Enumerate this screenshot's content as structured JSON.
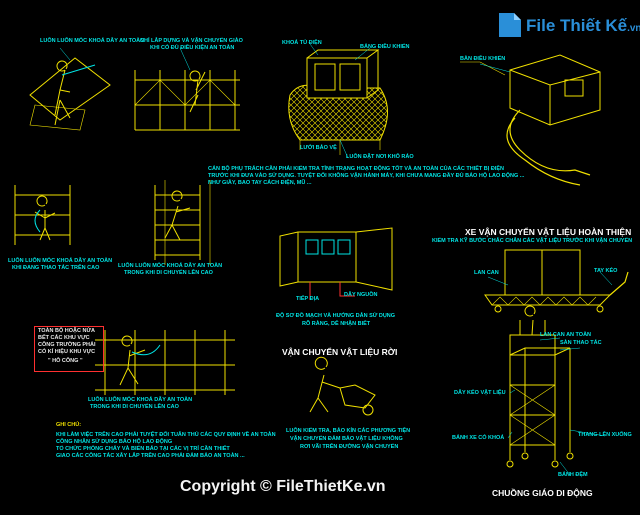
{
  "logo": {
    "text": "File Thiết Kế",
    "suffix": ".vn"
  },
  "copyright": "Copyright © FileThietKe.vn",
  "labels": {
    "l1": "LUÔN LUÔN MÓC KHOÁ DÂY AN TOÀN",
    "l2a": "CHỈ LẮP DỰNG VÀ VẬN CHUYỂN GIÀO",
    "l2b": "KHI CÓ ĐỦ ĐIỀU KIỆN AN TOÀN",
    "l3": "KHOÁ TỦ ĐIỆN",
    "l4": "BẢNG ĐIỀU KHIỂN",
    "l5": "LƯỚI BẢO VỆ",
    "l6": "LUÔN ĐẶT NƠI KHÔ RÁO",
    "l7a": "CÁN BỘ PHỤ TRÁCH CẦN PHẢI KIỂM TRA TÌNH TRẠNG HOẠT ĐỘNG TỐT VÀ AN TOÀN CỦA CÁC THIẾT BỊ ĐIỆN",
    "l7b": "TRƯỚC KHI ĐƯA VÀO SỬ DỤNG. TUYỆT ĐỐI KHÔNG VẬN HÀNH MÁY, KHI CHƯA MANG ĐẦY ĐỦ BẢO HỘ LAO ĐỘNG ...",
    "l7c": "NHƯ GIẦY, BAO TAY CÁCH ĐIỆN, MŨ ...",
    "l8a": "LUÔN LUÔN MÓC KHOÁ DÂY AN TOÀN",
    "l8b": "KHI ĐANG THAO TÁC TRÊN CAO",
    "l9a": "LUÔN LUÔN MÓC KHOÁ DÂY AN TOÀN",
    "l9b": "TRONG KHI DI CHUYỂN LÊN CAO",
    "l10": "TIẾP ĐỊA",
    "l11": "DÂY NGUỒN",
    "l12a": "ĐỘ SƠ ĐỒ MẠCH VÀ HƯỚNG DẪN SỬ DỤNG",
    "l12b": "RÕ RÀNG, DỄ NHẬN BIẾT",
    "l13": "KIỂM TRA KỸ BƯỚC CHẮC CHẮN CÁC VẬT LIỆU TRƯỚC KHI VẬN CHUYỂN",
    "l14": "LAN CAN",
    "l15": "TAY KÉO",
    "l16a": "TOÀN BỘ HOẶC NỬA",
    "l16b": "BẾT CÁC KHU VỰC",
    "l16c": "CÔNG TRƯỜNG PHẢI",
    "l16d": "CÓ KÍ HIỆU KHU VỰC",
    "l16e": "\" HỖ CÔNG \"",
    "l17a": "LUÔN LUÔN MÓC KHOÁ DÂY AN TOÀN",
    "l17b": "TRONG KHI DI CHUYỂN LÊN CAO",
    "l18a": "LUÔN KIỂM TRA, BẢO KÍN CÁC PHƯƠNG TIỆN",
    "l18b": "VẬN CHUYỂN ĐẢM BẢO VẬT LIỆU KHÔNG",
    "l18c": "RƠI VÃI TRÊN ĐƯỜNG VẬN CHUYỂN",
    "l19": "LAN CAN AN TOÀN",
    "l20": "SÀN THAO TÁC",
    "l21": "DÂY KÉO VẬT LIỆU",
    "l22": "BÁNH XE CÓ KHOÁ",
    "l23": "THANG LÊN XUỐNG",
    "l24": "BÁNH ĐỆM",
    "l25": "BÀN ĐIỀU KHIỂN",
    "note_title": "GHI CHÚ:",
    "note1": "KHI LÀM VIỆC TRÊN CAO PHẢI TUYỆT ĐỐI TUÂN THỦ CÁC QUY ĐỊNH VỀ AN TOÀN",
    "note2": "CÔNG NHÂN SỬ DỤNG BẢO HỘ LAO ĐỘNG",
    "note3": "TỔ CHỨC PHÒNG CHÁY VÀ BIỂN BÁO TẠI CÁC VỊ TRÍ CẦN THIẾT",
    "note4": "GIAO CÁC CÔNG TÁC XÂY LẮP TRÊN CAO PHẢI ĐẢM BẢO AN TOÀN ..."
  },
  "headers": {
    "h1": "XE VẬN CHUYỂN VẬT LIỆU HOÀN THIỆN",
    "h2": "VẬN CHUYỂN VẬT LIỆU RỜI",
    "h3": "CHUỒNG GIÁO DI ĐỘNG"
  }
}
